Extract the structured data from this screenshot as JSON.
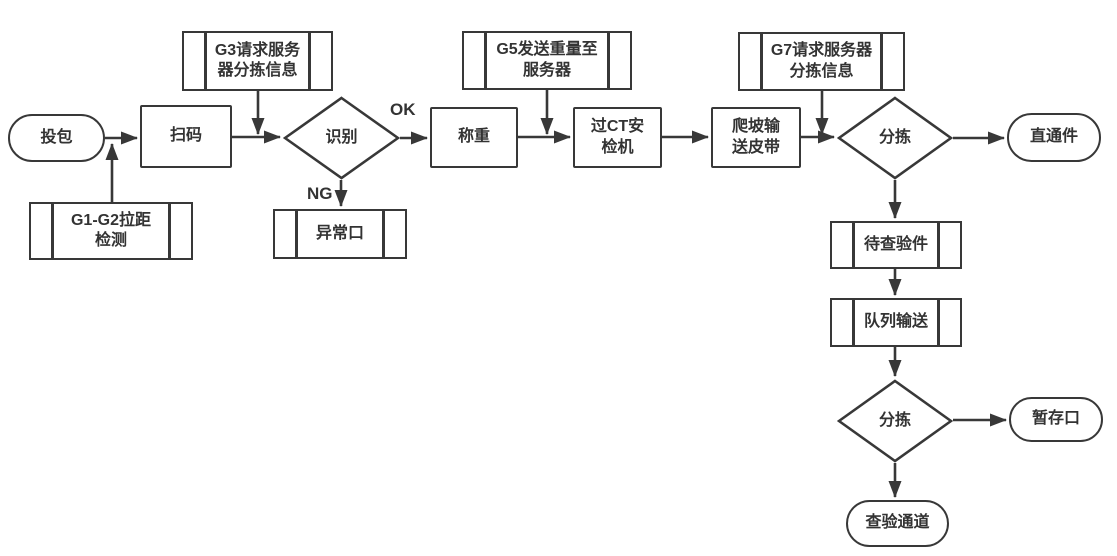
{
  "diagram": {
    "type": "flowchart",
    "colors": {
      "line": "#383838",
      "text": "#333333",
      "background": "#ffffff"
    },
    "nodes": {
      "start": {
        "label": "投包",
        "shape": "terminator"
      },
      "scan": {
        "label": "扫码",
        "shape": "process"
      },
      "g3_request": {
        "label": "G3请求服务\n器分拣信息",
        "shape": "predefined-process"
      },
      "g1g2_detect": {
        "label": "G1-G2拉距\n检测",
        "shape": "predefined-process"
      },
      "recognize": {
        "label": "识别",
        "shape": "decision"
      },
      "exception_port": {
        "label": "异常口",
        "shape": "predefined-process"
      },
      "weigh": {
        "label": "称重",
        "shape": "process"
      },
      "g5_send": {
        "label": "G5发送重量至\n服务器",
        "shape": "predefined-process"
      },
      "ct_machine": {
        "label": "过CT安\n检机",
        "shape": "process"
      },
      "climb_belt": {
        "label": "爬坡输\n送皮带",
        "shape": "process"
      },
      "g7_request": {
        "label": "G7请求服务器\n分拣信息",
        "shape": "predefined-process"
      },
      "sort1": {
        "label": "分拣",
        "shape": "decision"
      },
      "direct_pass": {
        "label": "直通件",
        "shape": "terminator"
      },
      "pending_inspection": {
        "label": "待查验件",
        "shape": "predefined-process"
      },
      "queue_convey": {
        "label": "队列输送",
        "shape": "predefined-process"
      },
      "sort2": {
        "label": "分拣",
        "shape": "decision"
      },
      "temp_storage": {
        "label": "暂存口",
        "shape": "terminator"
      },
      "inspection_channel": {
        "label": "查验通道",
        "shape": "terminator"
      }
    },
    "edge_labels": {
      "ok": "OK",
      "ng": "NG"
    }
  }
}
